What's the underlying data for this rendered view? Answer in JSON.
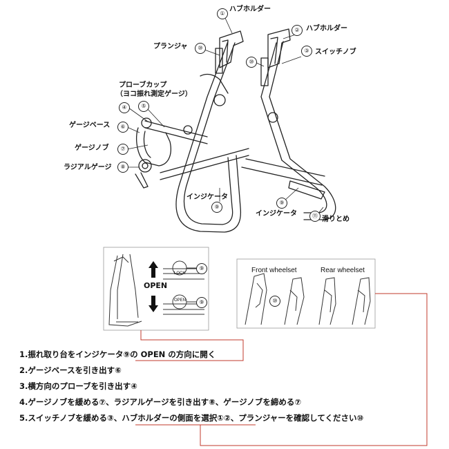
{
  "labels": {
    "hub_holder_1": "ハブホルダー",
    "hub_holder_2": "ハブホルダー",
    "plunger": "プランジャ",
    "switch_knob": "スイッチノブ",
    "probe_cup_line1": "プローブカップ",
    "probe_cup_line2": "（ヨコ振れ測定ゲージ）",
    "gauge_base": "ゲージベース",
    "gauge_knob": "ゲージノブ",
    "radial_gauge": "ラジアルゲージ",
    "indicator_left": "インジケータ",
    "indicator_right": "インジケータ",
    "slip_stop": "滑りとめ"
  },
  "numbers": {
    "n1": "①",
    "n2": "②",
    "n3": "③",
    "n4": "④",
    "n5": "⑤",
    "n6": "⑥",
    "n7": "⑦",
    "n8": "⑧",
    "n9a": "⑨",
    "n9b": "⑨",
    "n10a": "⑩",
    "n10b": "⑩",
    "n11": "⑪",
    "inset_9a": "⑨",
    "inset_9b": "⑨",
    "inset_10": "⑩"
  },
  "inset_open": {
    "open_text": "OPEN",
    "lock_text": "LOCK",
    "open_small": "OPEN"
  },
  "inset_wheelset": {
    "front": "Front wheelset",
    "rear": "Rear wheelset"
  },
  "steps": [
    {
      "prefix": "1.",
      "text": "振れ取り台をインジケータ⑨の OPEN の方向に開く"
    },
    {
      "prefix": "2.",
      "text": "ゲージベースを引き出す⑥"
    },
    {
      "prefix": "3.",
      "text": "横方向のプローブを引き出す④"
    },
    {
      "prefix": "4.",
      "text": "ゲージノブを緩める⑦、ラジアルゲージを引き出す⑧、ゲージノブを締める⑦"
    },
    {
      "prefix": "5.",
      "text": "スイッチノブを緩める③、ハブホルダーの側面を選択①②、プランジャーを確認してください⑩"
    }
  ],
  "colors": {
    "annotation_red": "#c0392b",
    "line": "#222222"
  }
}
